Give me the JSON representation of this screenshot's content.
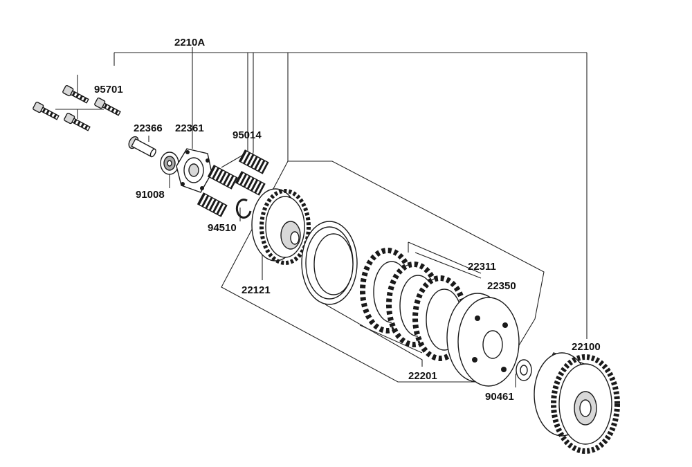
{
  "diagram": {
    "group_label": "2210A",
    "labels": {
      "p95701": "95701",
      "p22366": "22366",
      "p22361": "22361",
      "p95014": "95014",
      "p91008": "91008",
      "p94510": "94510",
      "p22121": "22121",
      "p22311": "22311",
      "p22350": "22350",
      "p22201": "22201",
      "p90461": "90461",
      "p22100": "22100"
    },
    "colors": {
      "ink": "#1a1a1a",
      "shade": "#d8d8d8",
      "mid": "#a9a9a9",
      "paper": "#ffffff"
    }
  }
}
